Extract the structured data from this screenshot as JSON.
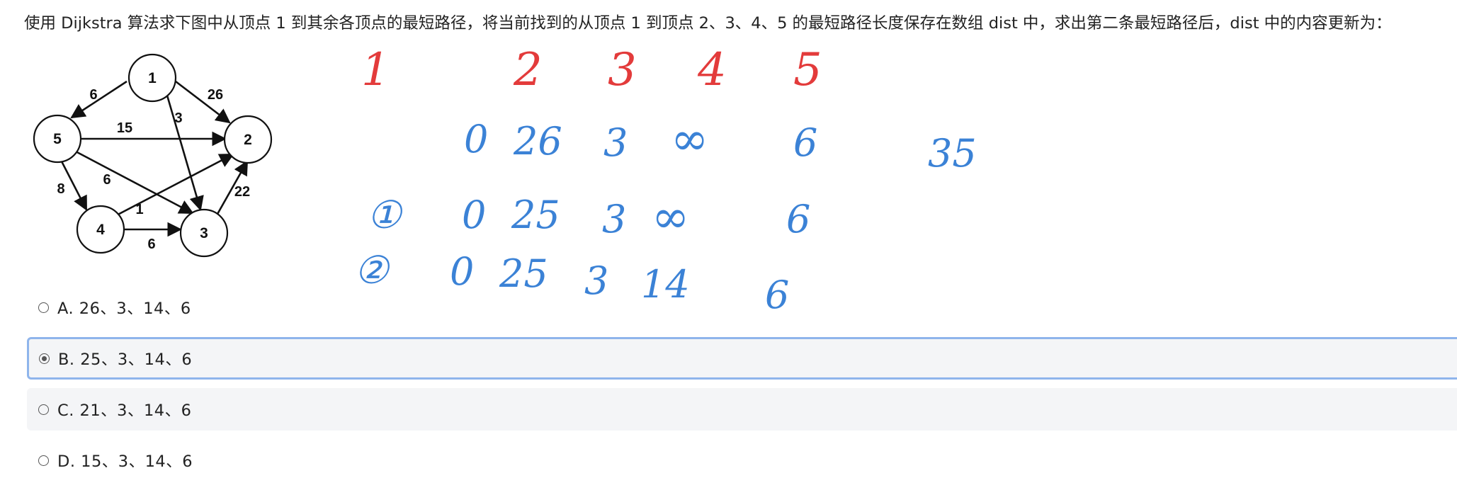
{
  "question": {
    "text": "使用 Dijkstra 算法求下图中从顶点 1 到其余各顶点的最短路径，将当前找到的从顶点 1 到顶点 2、3、4、5 的最短路径长度保存在数组 dist 中，求出第二条最短路径后，dist 中的内容更新为："
  },
  "graph": {
    "nodes": [
      "1",
      "2",
      "3",
      "4",
      "5"
    ],
    "edges": [
      {
        "from": "1",
        "to": "5",
        "weight": "6"
      },
      {
        "from": "1",
        "to": "2",
        "weight": "26"
      },
      {
        "from": "1",
        "to": "3",
        "weight": "3"
      },
      {
        "from": "5",
        "to": "2",
        "weight": "15"
      },
      {
        "from": "5",
        "to": "3",
        "weight": "6"
      },
      {
        "from": "5",
        "to": "4",
        "weight": "8"
      },
      {
        "from": "4",
        "to": "2",
        "weight": "1"
      },
      {
        "from": "4",
        "to": "3",
        "weight": "6"
      },
      {
        "from": "3",
        "to": "2",
        "weight": "22"
      }
    ]
  },
  "annotations": {
    "red_header": [
      "1",
      "2",
      "3",
      "4",
      "5"
    ],
    "row0": [
      "0",
      "26",
      "3",
      "∞",
      "6"
    ],
    "row0_extra": "35",
    "row1_marker": "①",
    "row1": [
      "0",
      "25",
      "3",
      "∞",
      "6"
    ],
    "row2_marker": "②",
    "row2": [
      "0",
      "25",
      "3",
      "14",
      "6"
    ],
    "colors": {
      "red": "#e33b3b",
      "blue": "#3b82d6"
    }
  },
  "options": [
    {
      "label": "A. 26、3、14、6",
      "selected": false
    },
    {
      "label": "B. 25、3、14、6",
      "selected": true
    },
    {
      "label": "C. 21、3、14、6",
      "selected": false
    },
    {
      "label": "D. 15、3、14、6",
      "selected": false
    }
  ]
}
